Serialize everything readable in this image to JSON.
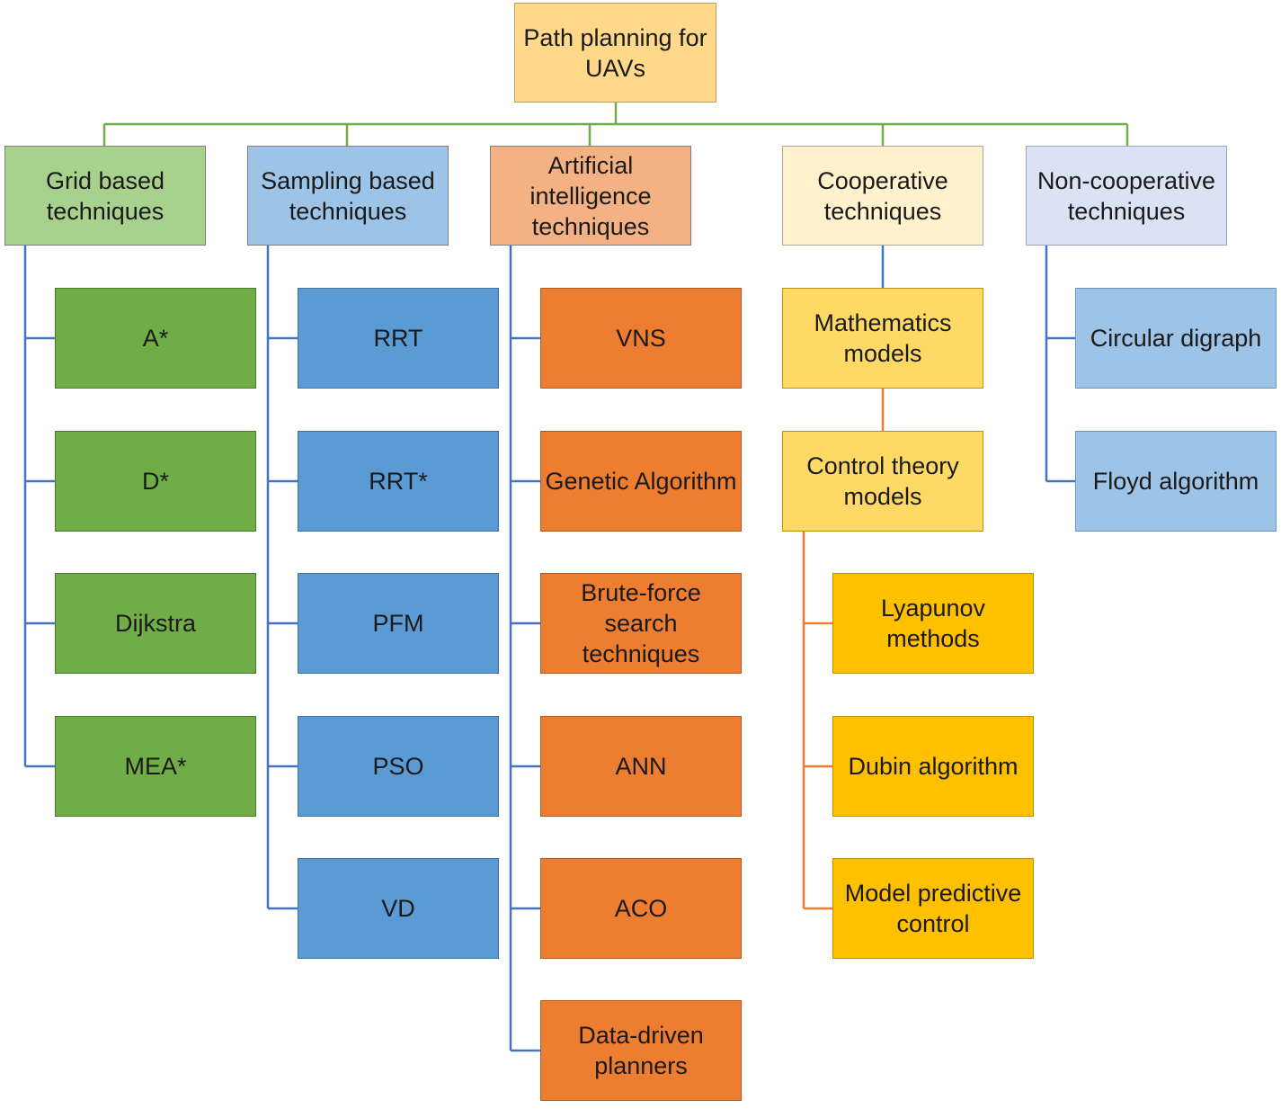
{
  "root": {
    "label": "Path planning for UAVs"
  },
  "categories": {
    "grid": {
      "label": "Grid based techniques",
      "items": [
        "A*",
        "D*",
        "Dijkstra",
        "MEA*"
      ]
    },
    "sampling": {
      "label": "Sampling based techniques",
      "items": [
        "RRT",
        "RRT*",
        "PFM",
        "PSO",
        "VD"
      ]
    },
    "ai": {
      "label": "Artificial intelligence techniques",
      "items": [
        "VNS",
        "Genetic Algorithm",
        "Brute-force search techniques",
        "ANN",
        "ACO",
        "Data-driven planners"
      ]
    },
    "cooperative": {
      "label": "Cooperative techniques",
      "sub1": "Mathematics models",
      "sub2": "Control theory models",
      "items": [
        "Lyapunov methods",
        "Dubin algorithm",
        "Model predictive control"
      ]
    },
    "noncooperative": {
      "label": "Non-cooperative techniques",
      "items": [
        "Circular digraph",
        "Floyd algorithm"
      ]
    }
  },
  "colors": {
    "root_connector": "#70ad47",
    "blue_connector": "#4472c4",
    "orange_connector": "#ed7d31"
  }
}
